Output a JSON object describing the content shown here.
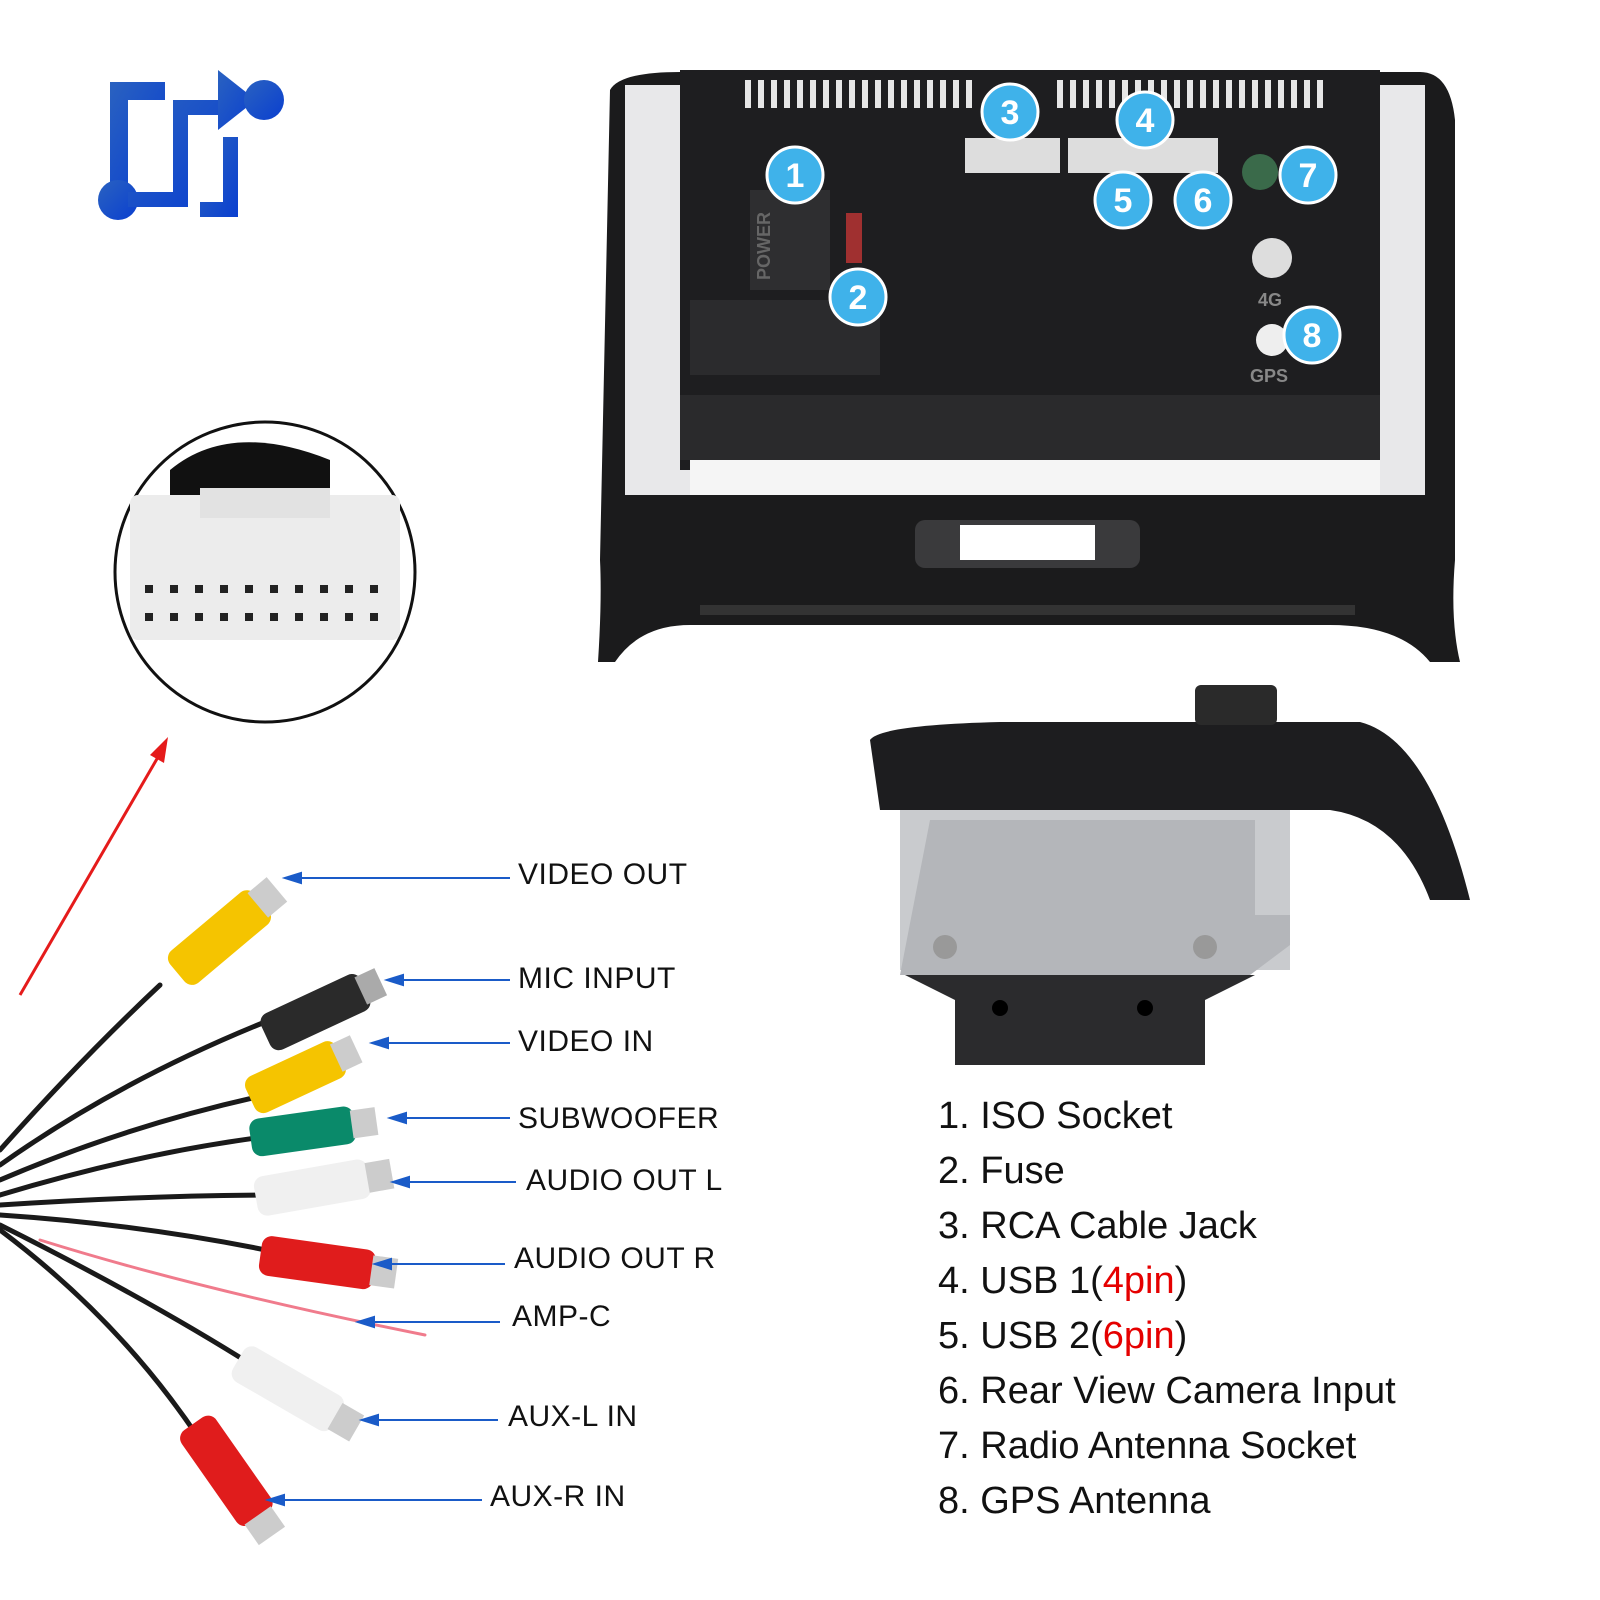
{
  "brand": {
    "logo": "connector-logo",
    "accent": "#1f5fd0"
  },
  "connector_numbers": [
    "1",
    "2",
    "3",
    "4",
    "5",
    "6",
    "7",
    "8"
  ],
  "unit_markings": {
    "power": "POWER",
    "4g": "4G",
    "gps": "GPS"
  },
  "cable_labels": [
    {
      "text": "VIDEO OUT"
    },
    {
      "text": "MIC INPUT"
    },
    {
      "text": "VIDEO IN"
    },
    {
      "text": "SUBWOOFER"
    },
    {
      "text": "AUDIO OUT L"
    },
    {
      "text": "AUDIO OUT R"
    },
    {
      "text": "AMP-C"
    },
    {
      "text": "AUX-L IN"
    },
    {
      "text": "AUX-R IN"
    }
  ],
  "legend": [
    {
      "num": "1.",
      "text": "ISO Socket"
    },
    {
      "num": "2.",
      "text": "Fuse"
    },
    {
      "num": "3.",
      "text": "RCA Cable Jack"
    },
    {
      "num": "4.",
      "text": "USB 1(",
      "highlight": "4pin",
      "tail": ")"
    },
    {
      "num": "5.",
      "text": "USB 2(",
      "highlight": "6pin",
      "tail": ")"
    },
    {
      "num": "6.",
      "text": "Rear View Camera Input"
    },
    {
      "num": "7.",
      "text": "Radio Antenna Socket"
    },
    {
      "num": "8.",
      "text": "GPS Antenna"
    }
  ],
  "colors": {
    "badge": "#3fb2ea",
    "arrow_blue": "#1a5bc8",
    "arrow_red": "#e51b1b",
    "highlight": "#e50000"
  }
}
